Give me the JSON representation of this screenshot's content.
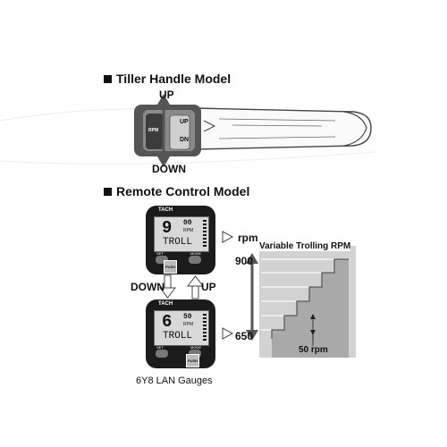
{
  "tiller": {
    "heading": "Tiller Handle Model",
    "up_label": "UP",
    "down_label": "DOWN",
    "switch_up": "UP",
    "switch_dn": "DN",
    "rpm_tag": "RPM"
  },
  "remote": {
    "heading": "Remote Control Model",
    "gauge_top": {
      "tach": "TACH",
      "digits": "9",
      "superscript": "00",
      "rpm_unit": "RPM",
      "mode": "TROLL",
      "set": "SET",
      "mode_btn": "MODE",
      "push": "PUSH"
    },
    "gauge_bottom": {
      "tach": "TACH",
      "digits": "6",
      "superscript": "50",
      "rpm_unit": "RPM",
      "mode": "TROLL",
      "set": "SET",
      "mode_btn": "MODE",
      "push": "PUSH"
    },
    "down_label": "DOWN",
    "up_label": "UP",
    "caption": "6Y8 LAN Gauges"
  },
  "rpm_diagram": {
    "unit": "rpm",
    "title": "Variable Trolling RPM",
    "max_label": "900",
    "min_label": "650",
    "step_label": "50 rpm"
  }
}
